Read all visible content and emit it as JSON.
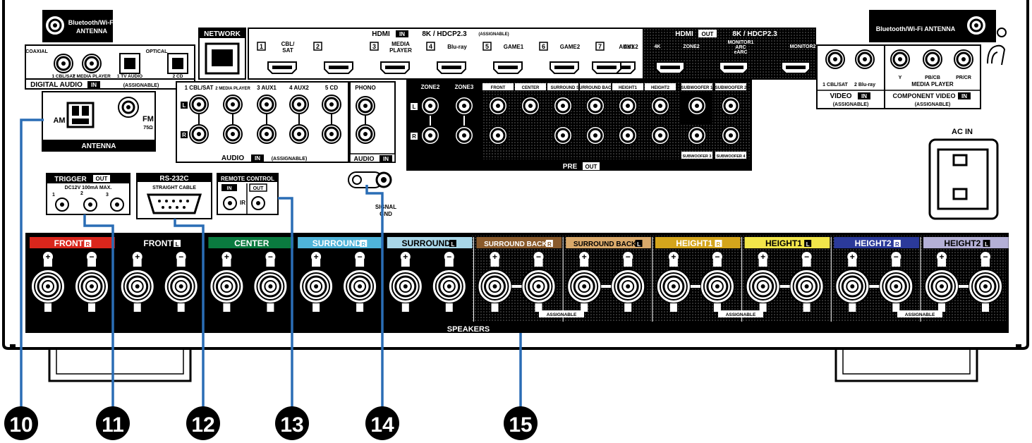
{
  "panel": {
    "bt_antenna_left": [
      "Bluetooth/Wi-Fi",
      "ANTENNA"
    ],
    "bt_antenna_right": "Bluetooth/Wi-Fi ANTENNA",
    "network": "NETWORK",
    "hdmi_in": {
      "title": "HDMI",
      "badge": "IN",
      "spec": "8K / HDCP2.3",
      "note": "(ASSIGNABLE)",
      "ports": [
        {
          "num": "1",
          "label": "CBL/\nSAT"
        },
        {
          "num": "2",
          "label": ""
        },
        {
          "num": "3",
          "label": "MEDIA\nPLAYER"
        },
        {
          "num": "4",
          "label": "Blu-ray"
        },
        {
          "num": "5",
          "label": "GAME1"
        },
        {
          "num": "6",
          "label": "GAME2"
        },
        {
          "num": "7",
          "label": "AUX1"
        },
        {
          "num": "",
          "label": "AUX2"
        }
      ]
    },
    "hdmi_out": {
      "title": "HDMI",
      "badge": "OUT",
      "spec": "8K / HDCP2.3",
      "ports": [
        "4K",
        "ZONE2",
        "MONITOR1\nARC\neARC",
        "MONITOR2"
      ]
    },
    "digital_audio": {
      "title": "DIGITAL AUDIO",
      "badge": "IN",
      "note": "(ASSIGNABLE)",
      "coaxial": "COAXIAL",
      "optical": "OPTICAL",
      "jacks": [
        "1 CBL/SAT",
        "2 MEDIA PLAYER",
        "1 TV AUDIO",
        "2 CD"
      ]
    },
    "antenna": {
      "title": "ANTENNA",
      "am": "AM",
      "fm": "FM",
      "fm_ohm": "75Ω"
    },
    "audio_in": {
      "title": "AUDIO",
      "badge": "IN",
      "note": "(ASSIGNABLE)",
      "jacks": [
        "1 CBL/SAT",
        "2 MEDIA PLAYER",
        "3 AUX1",
        "4 AUX2",
        "5 CD"
      ],
      "l": "L",
      "r": "R"
    },
    "phono": {
      "title": "PHONO",
      "sub": "AUDIO",
      "badge": "IN"
    },
    "pre_out": {
      "title": "PRE",
      "badge": "OUT",
      "jacks": [
        "ZONE2",
        "ZONE3",
        "FRONT",
        "CENTER",
        "SURROUND",
        "SURROUND BACK",
        "HEIGHT1",
        "HEIGHT2",
        "SUBWOOFER 1",
        "SUBWOOFER 2",
        "SUBWOOFER 3",
        "SUBWOOFER 4"
      ]
    },
    "video_in": {
      "title": "VIDEO",
      "badge": "IN",
      "note": "(ASSIGNABLE)",
      "jacks": [
        "1 CBL/SAT",
        "2 Blu-ray"
      ]
    },
    "component_video": {
      "title": "COMPONENT VIDEO",
      "badge": "IN",
      "note": "(ASSIGNABLE)",
      "sub": "MEDIA PLAYER",
      "jacks": [
        "Y",
        "PB/CB",
        "PR/CR"
      ]
    },
    "ac_in": "AC IN",
    "trigger": {
      "title": "TRIGGER",
      "badge": "OUT",
      "spec": "DC12V 100mA MAX.",
      "jacks": [
        "1",
        "2",
        "3"
      ]
    },
    "rs232c": {
      "title": "RS-232C",
      "sub": "STRAIGHT CABLE"
    },
    "remote": {
      "title": "REMOTE CONTROL",
      "in": "IN",
      "out": "OUT",
      "ir": "IR"
    },
    "signal_gnd": [
      "SIGNAL",
      "GND"
    ],
    "speakers": {
      "title": "SPEAKERS",
      "assignable": "ASSIGNABLE",
      "channels": [
        {
          "name": "FRONT",
          "side": "R",
          "color": "#d9261c"
        },
        {
          "name": "FRONT",
          "side": "L",
          "color": "#000000"
        },
        {
          "name": "CENTER",
          "side": "",
          "color": "#0a7a3f"
        },
        {
          "name": "SURROUND",
          "side": "R",
          "color": "#4fb4d9"
        },
        {
          "name": "SURROUND",
          "side": "L",
          "color": "#a8d6e8"
        },
        {
          "name": "SURROUND BACK",
          "side": "R",
          "color": "#8a5a2b"
        },
        {
          "name": "SURROUND BACK",
          "side": "L",
          "color": "#d9a96a"
        },
        {
          "name": "HEIGHT1",
          "side": "R",
          "color": "#d4a51c"
        },
        {
          "name": "HEIGHT1",
          "side": "L",
          "color": "#f2e64a"
        },
        {
          "name": "HEIGHT2",
          "side": "R",
          "color": "#2b3a9a"
        },
        {
          "name": "HEIGHT2",
          "side": "L",
          "color": "#b4b0d6"
        }
      ]
    }
  },
  "callouts": [
    "10",
    "11",
    "12",
    "13",
    "14",
    "15"
  ],
  "colors": {
    "callout_line": "#2a6db5",
    "panel": "#000000"
  }
}
